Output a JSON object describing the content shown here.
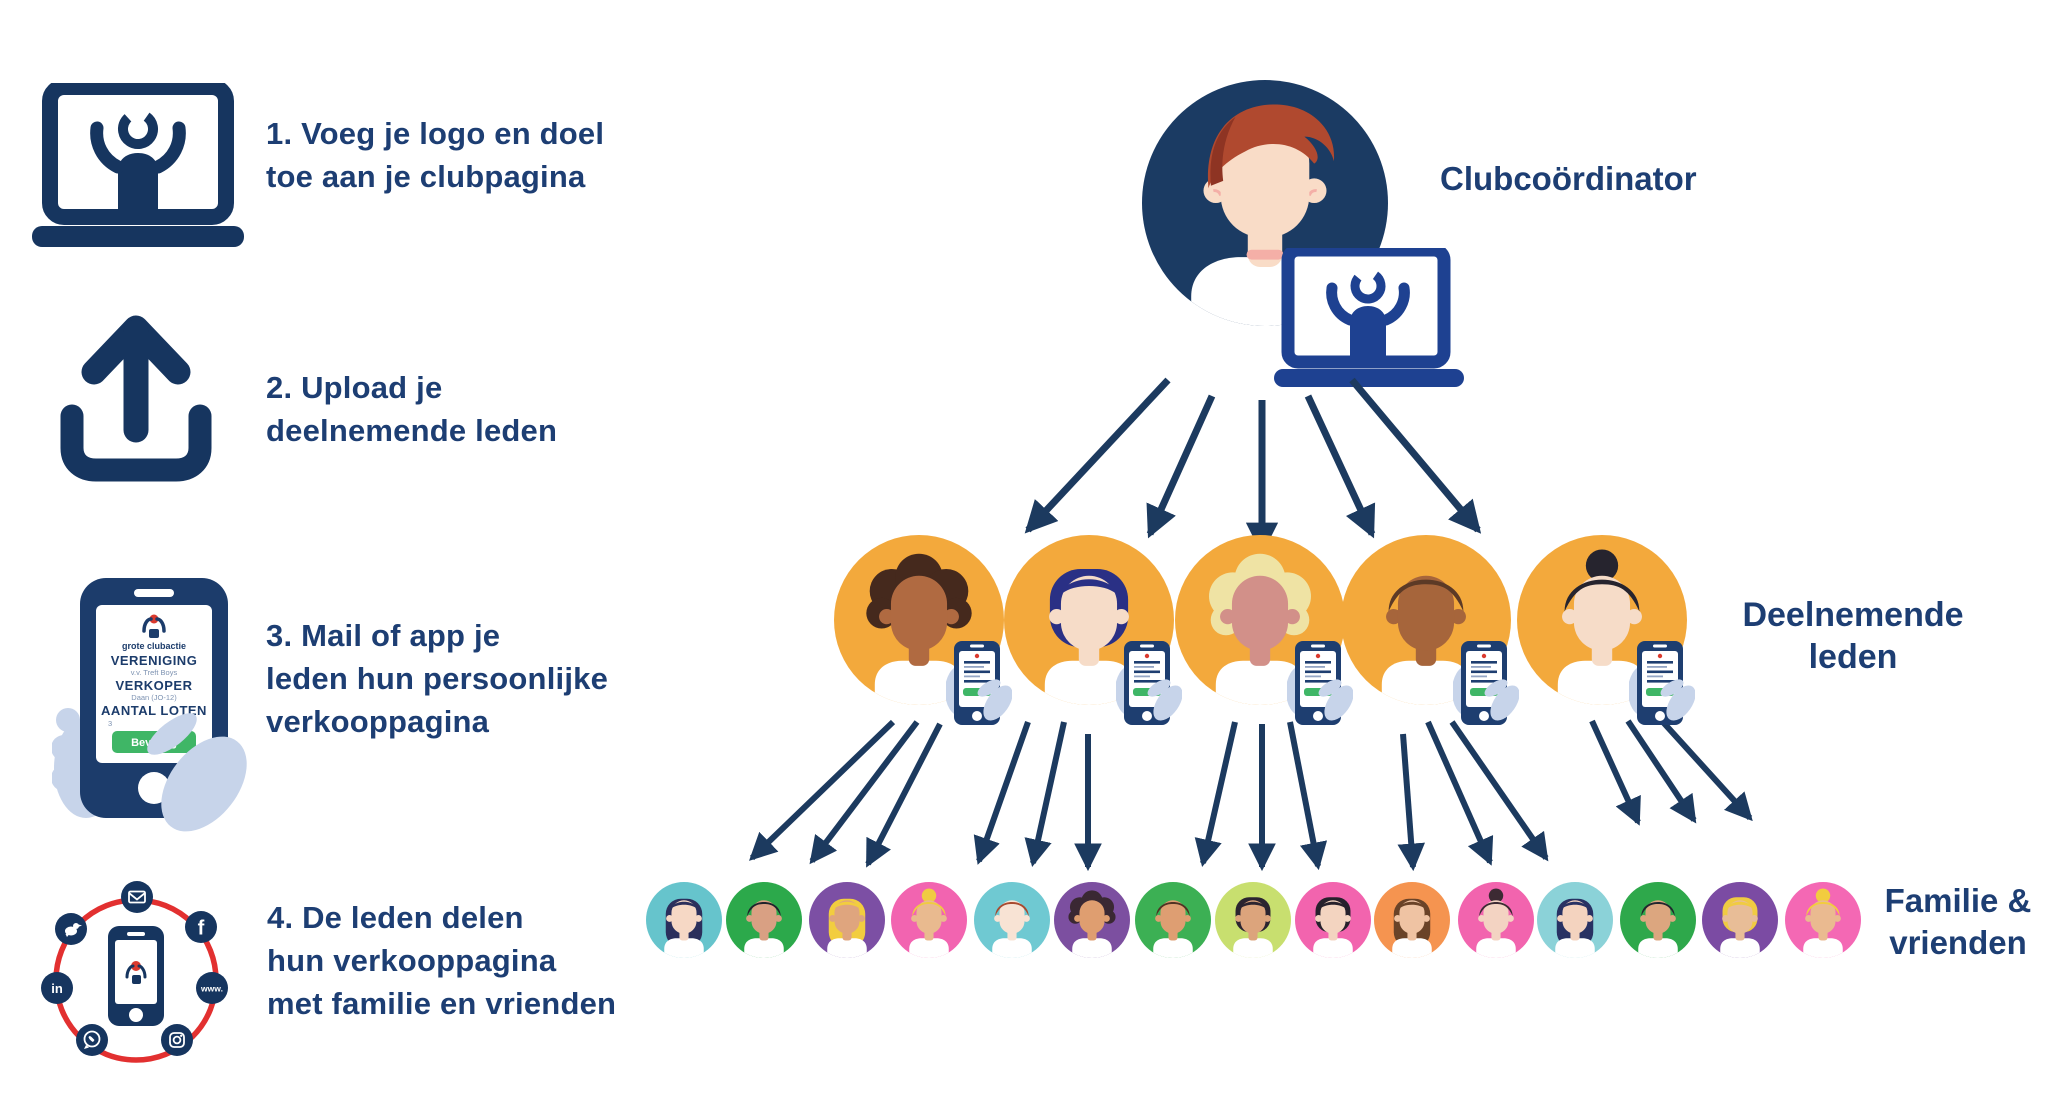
{
  "title": "Grote Clubactie club verkoop infographic",
  "colors": {
    "text_navy": "#1D3E73",
    "icon_navy": "#16355F",
    "arrow_navy": "#1C3A5F",
    "laptop_blue": "#1E4191",
    "phone_navy": "#1C3C6B",
    "member_circle_orange": "#F3A93C",
    "ring_red": "#E23030",
    "button_green": "#3FB666",
    "hand_blue": "#C7D4EA",
    "coordinator_circle": "#1B3B63",
    "coordinator_hair": "#B0492F",
    "skin_peach": "#F9DCC7"
  },
  "steps": [
    {
      "icon": "laptop-logo-icon",
      "text": "1. Voeg je logo en doel\ntoe aan je clubpagina"
    },
    {
      "icon": "upload-icon",
      "text": "2. Upload je\ndeelnemende leden"
    },
    {
      "icon": "phone-sale-icon",
      "text": "3. Mail of app je\nleden hun persoonlijke\nverkooppagina"
    },
    {
      "icon": "social-share-icon",
      "text": "4. De leden delen\nhun verkooppagina\nmet familie en vrienden"
    }
  ],
  "phone_screen": {
    "brand": "grote clubactie",
    "field1_label": "VERENIGING",
    "field1_value": "v.v. Treft Boys",
    "field2_label": "VERKOPER",
    "field2_value": "Daan (JO-12)",
    "field3_label": "AANTAL LOTEN",
    "field3_value": "3",
    "button": "Bevestig"
  },
  "social_icons": [
    {
      "name": "mail-icon"
    },
    {
      "name": "twitter-icon"
    },
    {
      "name": "facebook-icon",
      "glyph": "f"
    },
    {
      "name": "www-icon",
      "glyph": "www."
    },
    {
      "name": "instagram-icon"
    },
    {
      "name": "whatsapp-icon"
    },
    {
      "name": "linkedin-icon",
      "glyph": "in"
    }
  ],
  "diagram": {
    "coordinator": {
      "label": "Clubcoördinator"
    },
    "members": {
      "label": "Deelnemende\nleden",
      "avatars": [
        {
          "circle": "#F3A93C",
          "hair": "#45291D",
          "skin": "#B06A41",
          "style": "afro"
        },
        {
          "circle": "#F3A93C",
          "hair": "#2A3085",
          "skin": "#F6DCC8",
          "style": "bob"
        },
        {
          "circle": "#F3A93C",
          "hair": "#EFE3A4",
          "skin": "#D29089",
          "style": "shaggy"
        },
        {
          "circle": "#F3A93C",
          "hair": "#5C3A26",
          "skin": "#A6653B",
          "style": "short"
        },
        {
          "circle": "#F3A93C",
          "hair": "#26242E",
          "skin": "#F6DCC8",
          "style": "updo"
        }
      ]
    },
    "family": {
      "label": "Familie &\nvrienden",
      "avatars": [
        {
          "circle": "#66C4CC",
          "hair": "#2B2F5C",
          "skin": "#F6D8C5",
          "style": "long"
        },
        {
          "circle": "#2CA94B",
          "hair": "#1F232B",
          "skin": "#D9A083",
          "style": "short"
        },
        {
          "circle": "#7C4FA4",
          "hair": "#F2CD3F",
          "skin": "#DFA57E",
          "style": "long"
        },
        {
          "circle": "#F264B0",
          "hair": "#F0CB42",
          "skin": "#E9BA8F",
          "style": "updo"
        },
        {
          "circle": "#6FC9D2",
          "hair": "#A84A2F",
          "skin": "#F8E3D4",
          "style": "short"
        },
        {
          "circle": "#7C4FA0",
          "hair": "#3A2833",
          "skin": "#DF9E70",
          "style": "afro"
        },
        {
          "circle": "#3CB054",
          "hair": "#503323",
          "skin": "#DE9E72",
          "style": "short"
        },
        {
          "circle": "#C8DF6F",
          "hair": "#2B2430",
          "skin": "#DCA47C",
          "style": "bob"
        },
        {
          "circle": "#F264AE",
          "hair": "#26212C",
          "skin": "#F3D4C0",
          "style": "bob"
        },
        {
          "circle": "#F59450",
          "hair": "#6A4328",
          "skin": "#EFC3A3",
          "style": "long"
        },
        {
          "circle": "#F264AE",
          "hair": "#3C2A33",
          "skin": "#F3D3C2",
          "style": "updo"
        },
        {
          "circle": "#8BD2D8",
          "hair": "#283163",
          "skin": "#F4D3BF",
          "style": "long"
        },
        {
          "circle": "#2EA84B",
          "hair": "#22262E",
          "skin": "#DCA67F",
          "style": "short"
        },
        {
          "circle": "#7B4BA3",
          "hair": "#F0CB42",
          "skin": "#E8BD97",
          "style": "bob"
        },
        {
          "circle": "#F468B4",
          "hair": "#F2CC3F",
          "skin": "#EABA90",
          "style": "updo"
        }
      ]
    }
  }
}
